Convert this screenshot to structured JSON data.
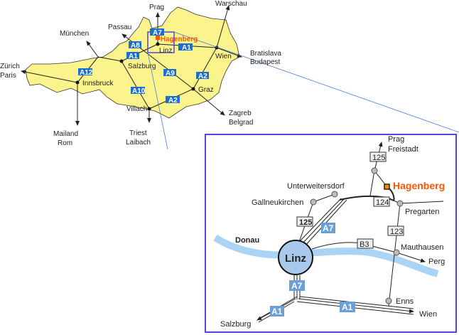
{
  "overview": {
    "cities": {
      "linz": "Linz",
      "salzburg": "Salzburg",
      "wien": "Wien",
      "graz": "Graz",
      "villach": "Villach",
      "innsbruck": "Innsbruck",
      "hagenberg": "Hagenberg"
    },
    "destinations": {
      "prag": "Prag",
      "warschau": "Warschau",
      "passau": "Passau",
      "muenchen": "München",
      "zuerich": "Zürich",
      "paris": "Paris",
      "bratislava": "Bratislava",
      "budapest": "Budapest",
      "zagreb": "Zagreb",
      "belgrad": "Belgrad",
      "mailand": "Mailand",
      "rom": "Rom",
      "triest": "Triest",
      "laibach": "Laibach"
    },
    "highways": {
      "a7": "A7",
      "a8": "A8",
      "a1_west": "A1",
      "a1_east": "A1",
      "a9": "A9",
      "a2_east": "A2",
      "a2_south": "A2",
      "a10": "A10",
      "a12": "A12"
    }
  },
  "inset": {
    "places": {
      "linz": "Linz",
      "hagenberg": "Hagenberg",
      "unterweitersdorf": "Unterweitersdorf",
      "gallneukirchen": "Gallneukirchen",
      "pregarten": "Pregarten",
      "mauthausen": "Mauthausen",
      "enns": "Enns",
      "perg": "Perg",
      "wien": "Wien",
      "salzburg": "Salzburg",
      "prag": "Prag",
      "freistadt": "Freistadt",
      "donau": "Donau"
    },
    "roads": {
      "r125_top": "125",
      "r124": "124",
      "r123": "123",
      "r125_left": "125",
      "b3": "B3",
      "a7_upper": "A7",
      "a7_lower": "A7",
      "a1_left": "A1",
      "a1_right": "A1"
    }
  },
  "colors": {
    "land": "#fbf38c",
    "highlight": "#ff5500",
    "highway": "#1a6fd0",
    "river": "#aad4f5",
    "frame": "#5544dd",
    "city": "#a8c8ec"
  }
}
